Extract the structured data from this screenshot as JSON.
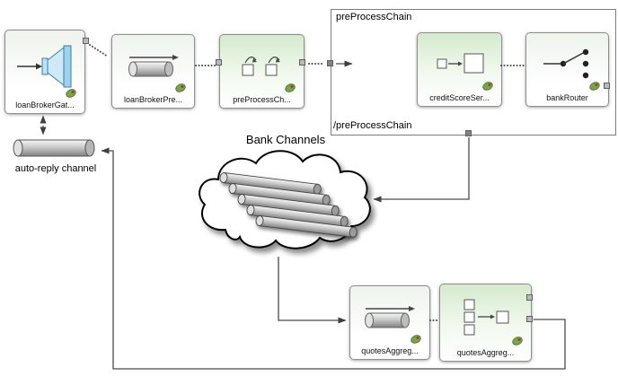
{
  "nodes": {
    "gateway": {
      "label": "loanBrokerGat...",
      "icon": "gateway-icon"
    },
    "pre_channel": {
      "label": "loanBrokerPre...",
      "icon": "channel-icon"
    },
    "pre_chain": {
      "label": "preProcessCh...",
      "icon": "chain-icon"
    },
    "credit_score": {
      "label": "creditScoreSer...",
      "icon": "service-activator-icon"
    },
    "bank_router": {
      "label": "bankRouter",
      "icon": "router-icon"
    },
    "quotes_channel": {
      "label": "quotesAggreg...",
      "icon": "channel-icon"
    },
    "quotes_aggregator": {
      "label": "quotesAggreg...",
      "icon": "aggregator-icon"
    }
  },
  "group": {
    "label_top": "preProcessChain",
    "label_bottom": "/preProcessChain"
  },
  "cloud": {
    "label": "Bank Channels"
  },
  "auto_reply": {
    "label": "auto-reply channel"
  },
  "colors": {
    "node_border": "#8e8e8e",
    "node_green": "#d5eacd",
    "connector": "#4a4a4a",
    "gateway_blue": "#cfe9f6",
    "cylinder_gray": "#8f8f8f",
    "leaf_green": "#7da24e",
    "cloud_outline": "#000000"
  }
}
